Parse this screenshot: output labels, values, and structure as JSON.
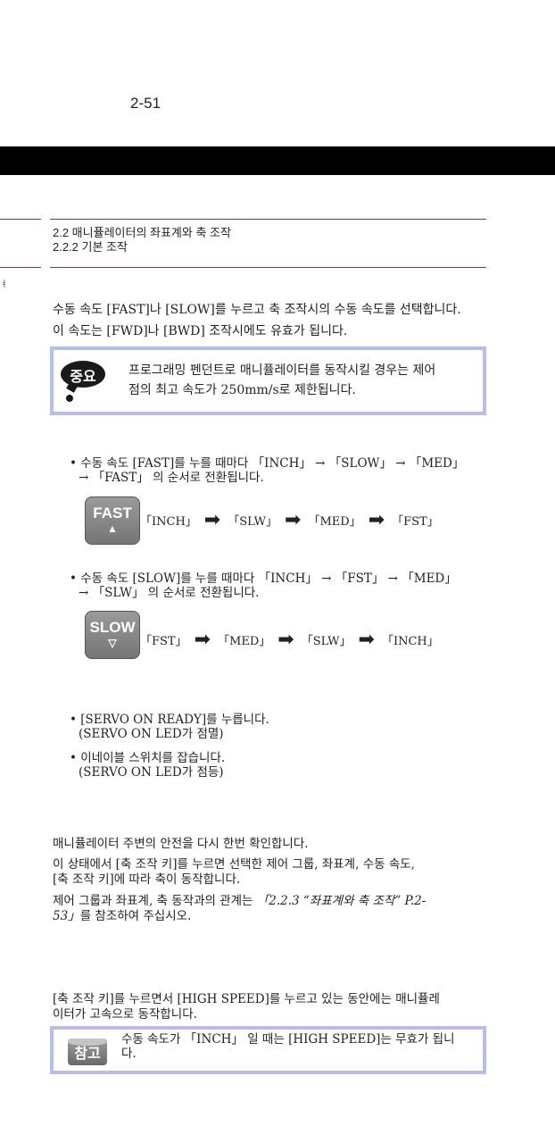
{
  "page_number": "2-51",
  "margin_char": "ㅕ",
  "section": {
    "line1": "2.2 매니퓰레이터의 좌표계와 축 조작",
    "line2": "2.2.2 기본 조작"
  },
  "intro": {
    "line1": "수동 속도 [FAST]나 [SLOW]를 누르고 축 조작시의 수동 속도를 선택합니다.",
    "line2": "이 속도는 [FWD]나 [BWD] 조작시에도 유효가 됩니다."
  },
  "important": {
    "icon_label": "중요",
    "line1": "프로그래밍 펜던트로 매니퓰레이터를 동작시킬 경우는 제어",
    "line2": "점의 최고 속도가 250mm/s로 제한됩니다."
  },
  "fast": {
    "bullet_line1": "• 수동 속도 [FAST]를 누를 때마다 「INCH」 → 「SLOW」 → 「MED」",
    "bullet_line2": "→ 「FAST」 의 순서로 전환됩니다.",
    "key_label": "FAST",
    "key_symbol": "▲",
    "sequence": [
      "「INCH」",
      "「SLW」",
      "「MED」",
      "「FST」"
    ]
  },
  "slow": {
    "bullet_line1": "• 수동 속도 [SLOW]를 누를 때마다 「INCH」 → 「FST」 → 「MED」",
    "bullet_line2": "→ 「SLW」 의 순서로 전환됩니다.",
    "key_label": "SLOW",
    "key_symbol": "▽",
    "sequence": [
      "「FST」",
      "「MED」",
      "「SLW」",
      "「INCH」"
    ]
  },
  "arrow": "➡",
  "servo": {
    "line1": "• [SERVO ON READY]를 누릅니다.",
    "line2": "(SERVO ON LED가 점멸)",
    "line3": "• 이네이블 스위치를 잡습니다.",
    "line4": "(SERVO ON LED가 점등)"
  },
  "safety": {
    "line1": "매니퓰레이터 주변의 안전을 다시 한번 확인합니다.",
    "line2": "이 상태에서 [축 조작 키]를 누르면 선택한 제어 그룹, 좌표계, 수동 속도,",
    "line3": "[축 조작 키]에 따라 축이 동작합니다.",
    "line4_prefix": "제어 그룹과 좌표계, 축 동작과의 관계는 ",
    "line4_link": "「2.2.3 “좌표계와 축 조작” P.2-",
    "line5_link": "53」",
    "line5_suffix": "를 참조하여 주십시오."
  },
  "high_speed": {
    "line1": "[축 조작 키]를 누르면서 [HIGH SPEED]를 누르고 있는 동안에는 매니퓰레",
    "line2": "이터가 고속으로 동작합니다."
  },
  "reference": {
    "icon_label": "참고",
    "line1": "수동 속도가 「INCH」 일 때는 [HIGH SPEED]는 무효가 됩니",
    "line2": "다."
  }
}
